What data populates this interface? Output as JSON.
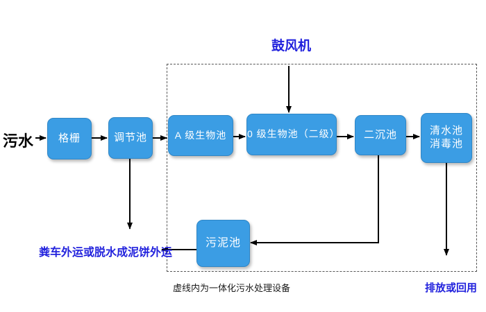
{
  "title": "一体化污水处理设备工艺流程图",
  "colors": {
    "node_fill": "#3b9de4",
    "node_border": "#2f86c6",
    "node_text": "#ffffff",
    "accent_text": "#2222dd",
    "line": "#000000"
  },
  "labels": {
    "influent": "污水",
    "blower": "鼓风机",
    "sludge_out": "粪车外运或脱水成泥饼外运",
    "discharge": "排放或回用",
    "caption": "虚线内为一体化污水处理设备"
  },
  "nodes": {
    "grid": {
      "label": "格栅"
    },
    "regulating_tank": {
      "label": "调节池"
    },
    "a_bio_tank": {
      "label": "A 级生物池"
    },
    "o_bio_tank": {
      "label": "0 级生物池（二级）"
    },
    "secondary_clarifier": {
      "label": "二沉池"
    },
    "clear_water_tank": {
      "label_line1": "清水池",
      "label_line2": "消毒池"
    },
    "sludge_tank": {
      "label": "污泥池"
    }
  },
  "flow": {
    "main_path": [
      "污水",
      "格栅",
      "调节池",
      "A 级生物池",
      "0 级生物池（二级）",
      "二沉池",
      "清水池消毒池",
      "排放或回用"
    ],
    "blower_feeds": "0 级生物池（二级）",
    "clarifier_sludge_to": "污泥池",
    "sludge_tank_to": "粪车外运或脱水成泥饼外运",
    "regulating_tank_to": "粪车外运或脱水成泥饼外运"
  }
}
